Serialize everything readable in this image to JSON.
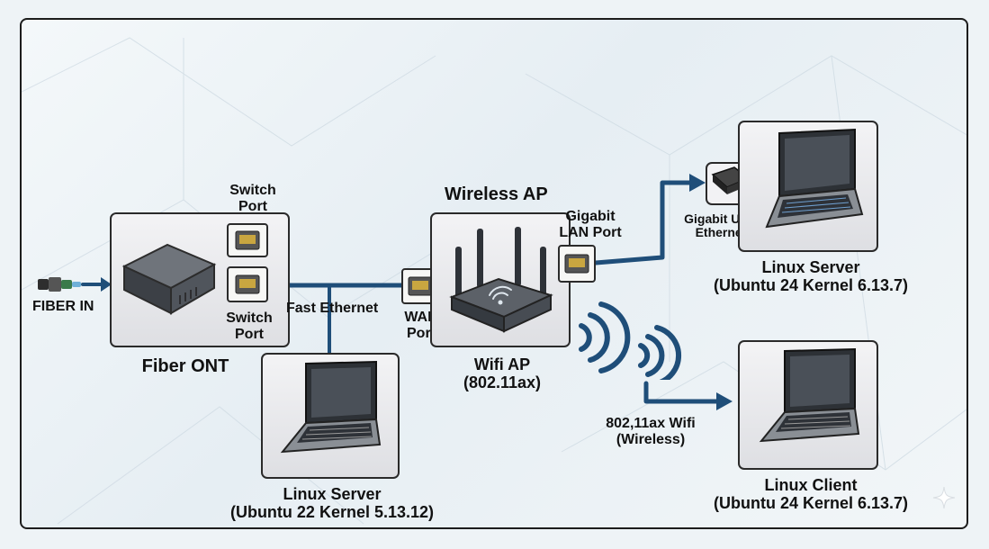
{
  "labels": {
    "fiber_in": "FIBER IN",
    "fiber_ont": "Fiber ONT",
    "switch_port_top_1": "Switch",
    "switch_port_top_2": "Port",
    "switch_port_bottom_1": "Switch",
    "switch_port_bottom_2": "Port",
    "fast_ethernet": "Fast Ethernet",
    "wan_port_1": "WAN",
    "wan_port_2": "Port",
    "wireless_ap_title": "Wireless AP",
    "gigabit_lan_1": "Gigabit",
    "gigabit_lan_2": "LAN Port",
    "wifi_ap_1": "Wifi AP",
    "wifi_ap_2": "(802.11ax)",
    "gigabit_usb_1": "Gigabit USB",
    "gigabit_usb_2": "Ethernet",
    "linux_server_top_1": "Linux Server",
    "linux_server_top_2": "(Ubuntu 24 Kernel 6.13.7)",
    "linux_server_bottom_1": "Linux Server",
    "linux_server_bottom_2": "(Ubuntu 22 Kernel 5.13.12)",
    "wifi_link_1": "802,11ax Wifi",
    "wifi_link_2": "(Wireless)",
    "linux_client_1": "Linux Client",
    "linux_client_2": "(Ubuntu 24 Kernel 6.13.7)"
  },
  "colors": {
    "link": "#1f4e79",
    "arrow": "#1f4e79",
    "border": "#2a2a2a"
  },
  "icons": [
    "fiber-connector-icon",
    "ont-device-icon",
    "ethernet-port-icon",
    "router-icon",
    "usb-ethernet-adapter-icon",
    "laptop-icon",
    "wifi-waves-icon",
    "sparkle-icon"
  ]
}
